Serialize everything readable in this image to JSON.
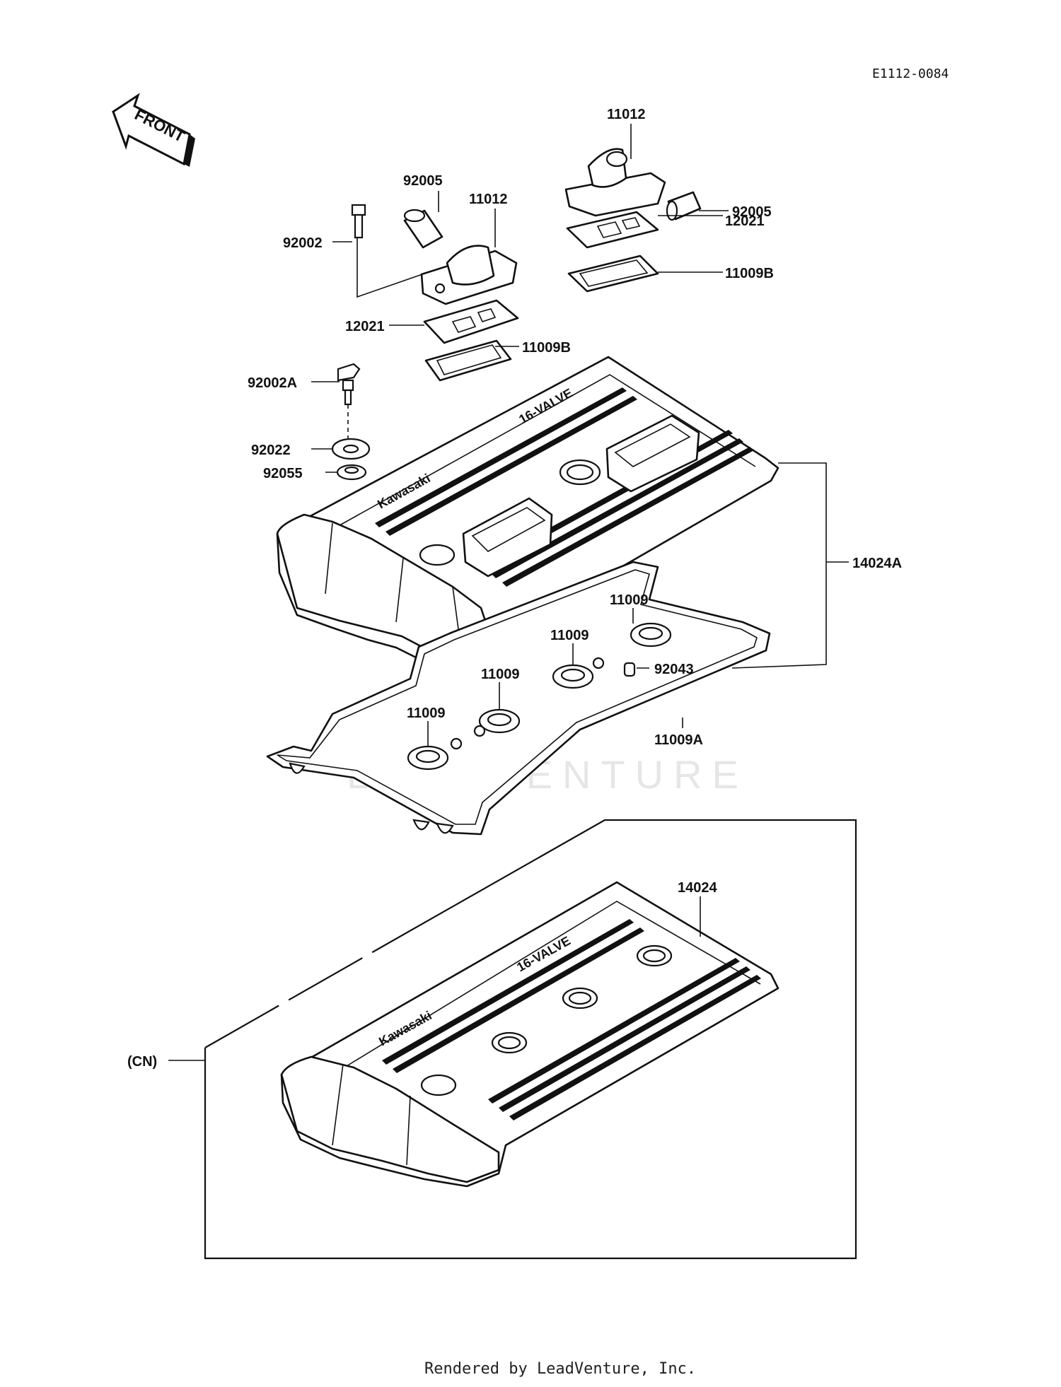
{
  "diagram_code": "E1112-0084",
  "front_arrow_text": "FRONT",
  "cover_brand_text": "Kawasaki",
  "cover_model_text": "16-VALVE",
  "watermark": "LEADVENTURE",
  "footer": "Rendered by LeadVenture, Inc.",
  "callouts": {
    "cap_right": "11012",
    "cap_left": "11012",
    "plug_left": "92005",
    "plug_right": "92005",
    "bolt": "92002",
    "plate_right": "12021",
    "plate_left": "12021",
    "gasket_right": "11009B",
    "gasket_left": "11009B",
    "bolt_a": "92002A",
    "washer": "92022",
    "grommet": "92055",
    "cover_assy": "14024A",
    "seal_1": "11009",
    "seal_2": "11009",
    "seal_3": "11009",
    "seal_4": "11009",
    "dowel": "92043",
    "gasket_main": "11009A",
    "cover_cn": "14024",
    "cn": "(CN)"
  }
}
